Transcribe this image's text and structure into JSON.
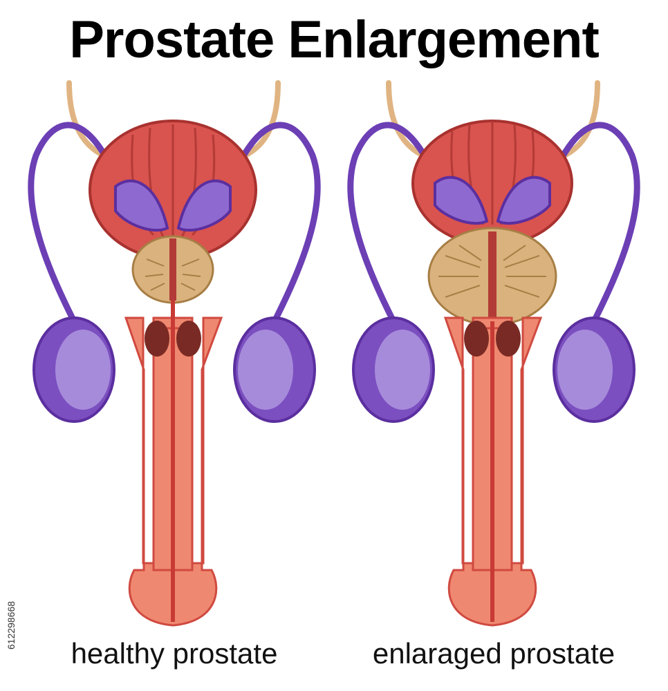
{
  "title": "Prostate Enlargement",
  "panels": [
    {
      "caption": "healthy prostate",
      "prostate_state": "normal"
    },
    {
      "caption": "enlaraged prostate",
      "prostate_state": "enlarged"
    }
  ],
  "stock_id": "612298668",
  "colors": {
    "bladder": "#d9534f",
    "bladder_dark": "#a8322f",
    "vas_deferens": "#7b4fc0",
    "testis": "#9a7bd4",
    "prostate": "#d9b27d",
    "urethra_tissue": "#ef8870",
    "ureter": "#e0b482"
  }
}
